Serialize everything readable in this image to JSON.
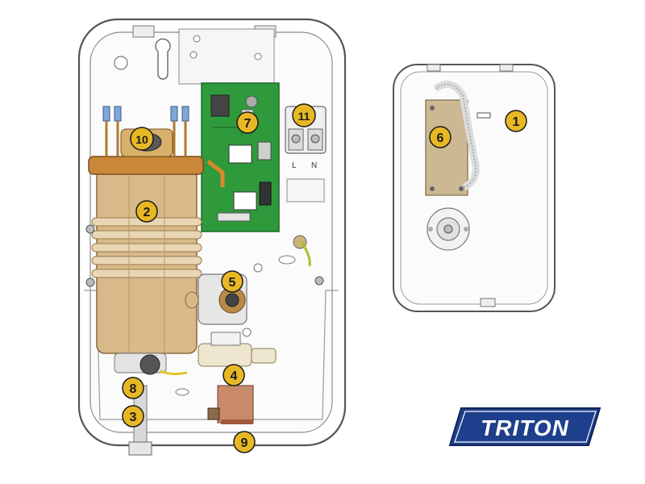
{
  "colors": {
    "badge_fill": "#e8b824",
    "badge_stroke": "#1a1a1a",
    "heater_copper": "#c9883a",
    "heater_body": "#d8b98a",
    "pcb_green": "#2f9a3c",
    "logo_blue": "#1e3f8c"
  },
  "callouts": [
    {
      "number": "1",
      "part": "cover"
    },
    {
      "number": "2",
      "part": "heater-tank"
    },
    {
      "number": "3",
      "part": "inlet"
    },
    {
      "number": "4",
      "part": "solenoid-valve"
    },
    {
      "number": "5",
      "part": "flow-valve"
    },
    {
      "number": "6",
      "part": "control-pcb"
    },
    {
      "number": "7",
      "part": "main-pcb"
    },
    {
      "number": "8",
      "part": "thermal-cutout"
    },
    {
      "number": "9",
      "part": "pressure-relief"
    },
    {
      "number": "10",
      "part": "heating-elements"
    },
    {
      "number": "11",
      "part": "terminal-block"
    }
  ],
  "terminal_labels": {
    "live": "L",
    "neutral": "N"
  },
  "logo": {
    "text": "TRITON"
  }
}
